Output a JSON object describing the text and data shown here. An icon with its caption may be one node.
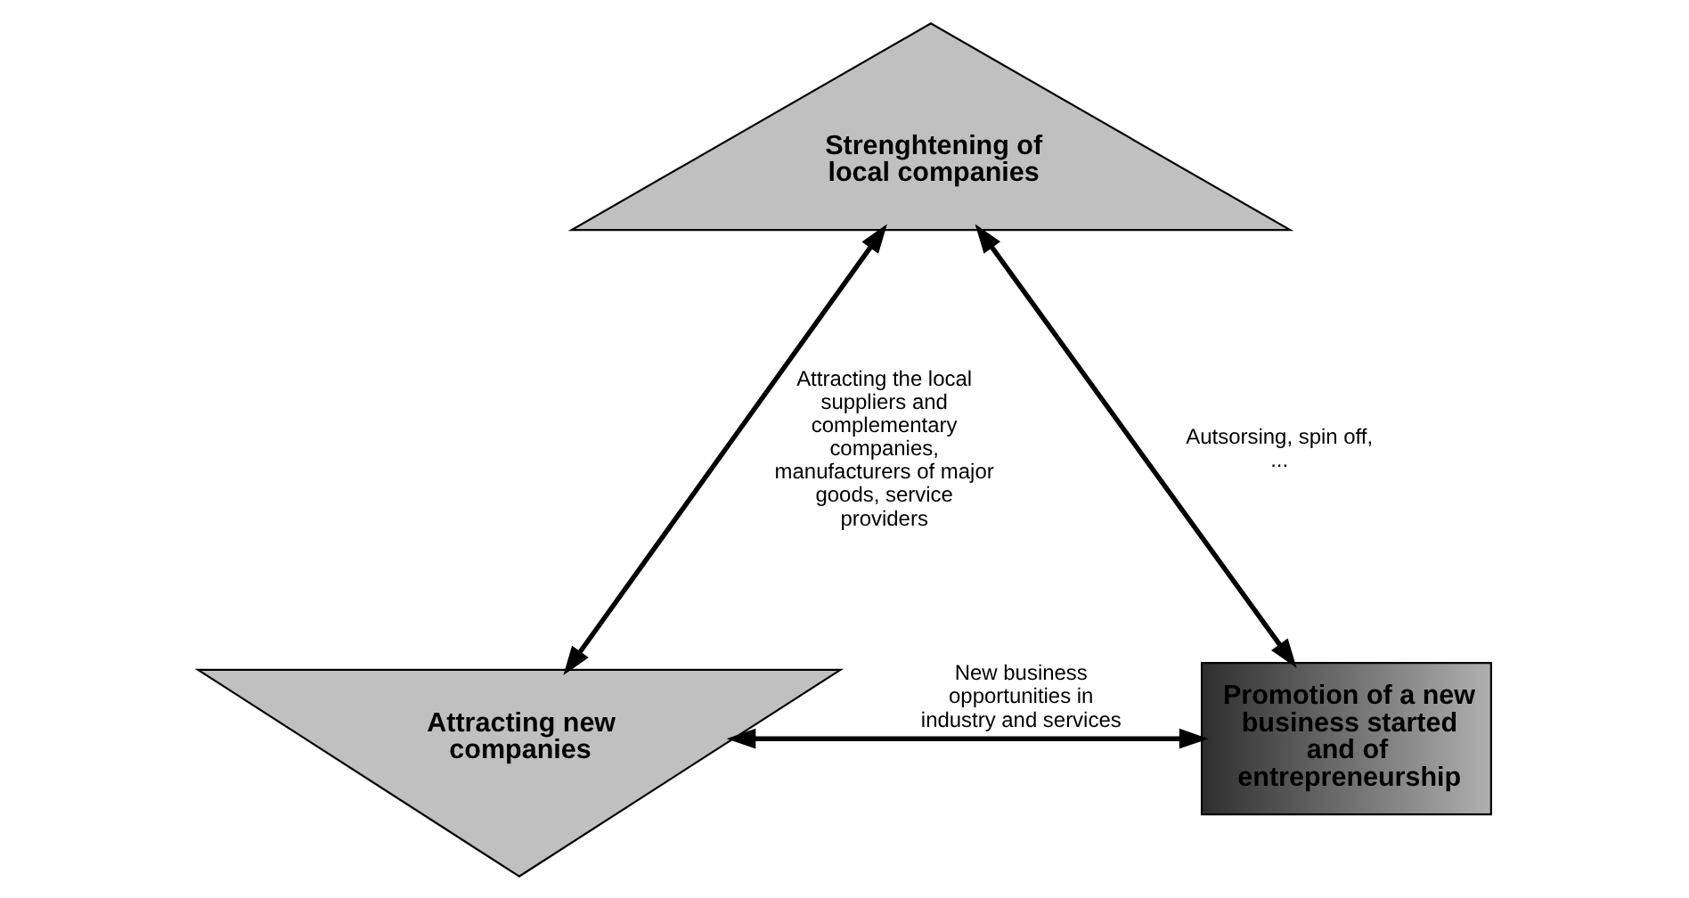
{
  "diagram": {
    "nodes": [
      {
        "text": [
          "Strenghtening of local companies"
        ]
      },
      {
        "text": [
          "Attracting new companies"
        ]
      },
      {
        "text": [
          "Promotion of a new business started and of entrepreneurship"
        ]
      }
    ],
    "edges": [
      {
        "from": 0,
        "to": 1,
        "arrow": "both",
        "label": "Attracting the local suppliers and complementary companies, manufacturers of major goods, service providers"
      },
      {
        "from": 0,
        "to": 2,
        "arrow": "both",
        "label": "Autsorsing, spin off, ..."
      },
      {
        "from": 1,
        "to": 2,
        "arrow": "both",
        "label": "New business opportunities in industry and services"
      }
    ]
  }
}
